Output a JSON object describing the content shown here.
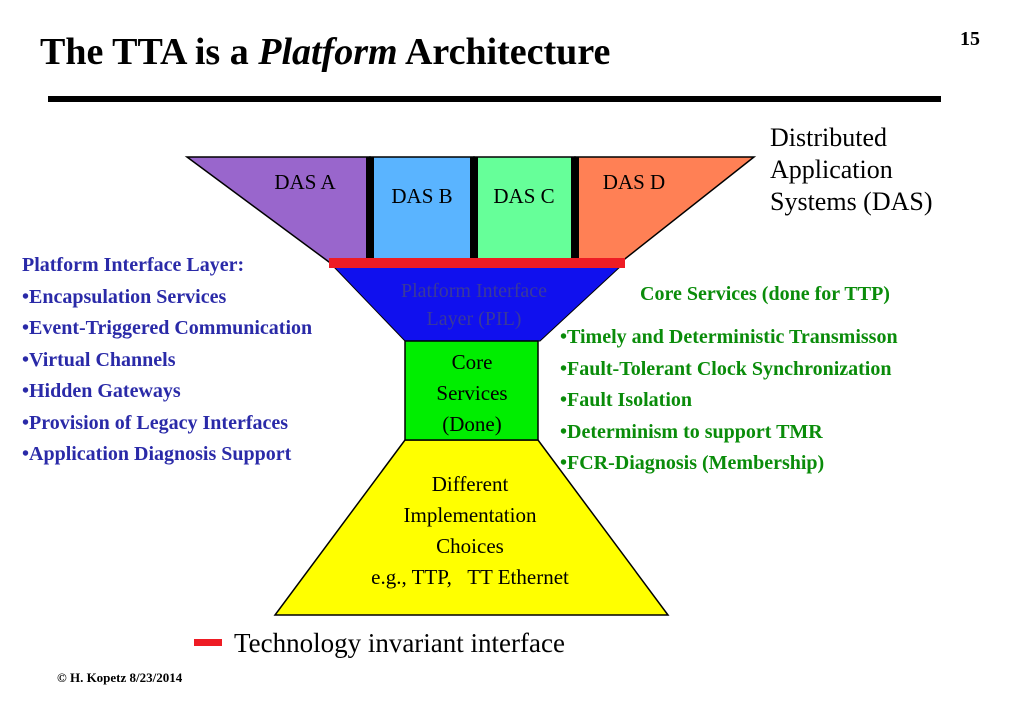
{
  "slide": {
    "title_prefix": "The TTA is a ",
    "title_emphasis": "Platform",
    "title_suffix": " Architecture",
    "page_number": "15",
    "copyright": "© H. Kopetz  8/23/2014"
  },
  "diagram": {
    "das_caption": [
      "Distributed",
      "Application",
      "Systems (DAS)"
    ],
    "das": [
      {
        "label": "DAS A",
        "color": "#9966cc"
      },
      {
        "label": "DAS B",
        "color": "#5ab4ff"
      },
      {
        "label": "DAS C",
        "color": "#66ff99"
      },
      {
        "label": "DAS D",
        "color": "#ff8055"
      }
    ],
    "pil_label": [
      "Platform Interface",
      "Layer (PIL)"
    ],
    "pil_color": "#1010ee",
    "core_label": [
      "Core",
      "Services",
      "(Done)"
    ],
    "core_color": "#00ee00",
    "impl_label": [
      "Different",
      "Implementation",
      "Choices",
      "e.g., TTP,   TT Ethernet"
    ],
    "impl_color": "#ffff00",
    "interface_bar_color": "#ee1c24"
  },
  "pil_list": {
    "title": "Platform Interface Layer:",
    "items": [
      "•Encapsulation Services",
      "•Event-Triggered Communication",
      "•Virtual Channels",
      "•Hidden Gateways",
      "•Provision of Legacy Interfaces",
      "•Application Diagnosis Support"
    ],
    "color": "#2a2aa8"
  },
  "core_list": {
    "title": "Core Services (done for TTP)",
    "items": [
      "•Timely and Deterministic Transmisson",
      "•Fault-Tolerant Clock Synchronization",
      "•Fault Isolation",
      "•Determinism to support TMR",
      "•FCR-Diagnosis (Membership)"
    ],
    "color": "#0a8c0a"
  },
  "legend": {
    "text": "Technology invariant interface"
  }
}
